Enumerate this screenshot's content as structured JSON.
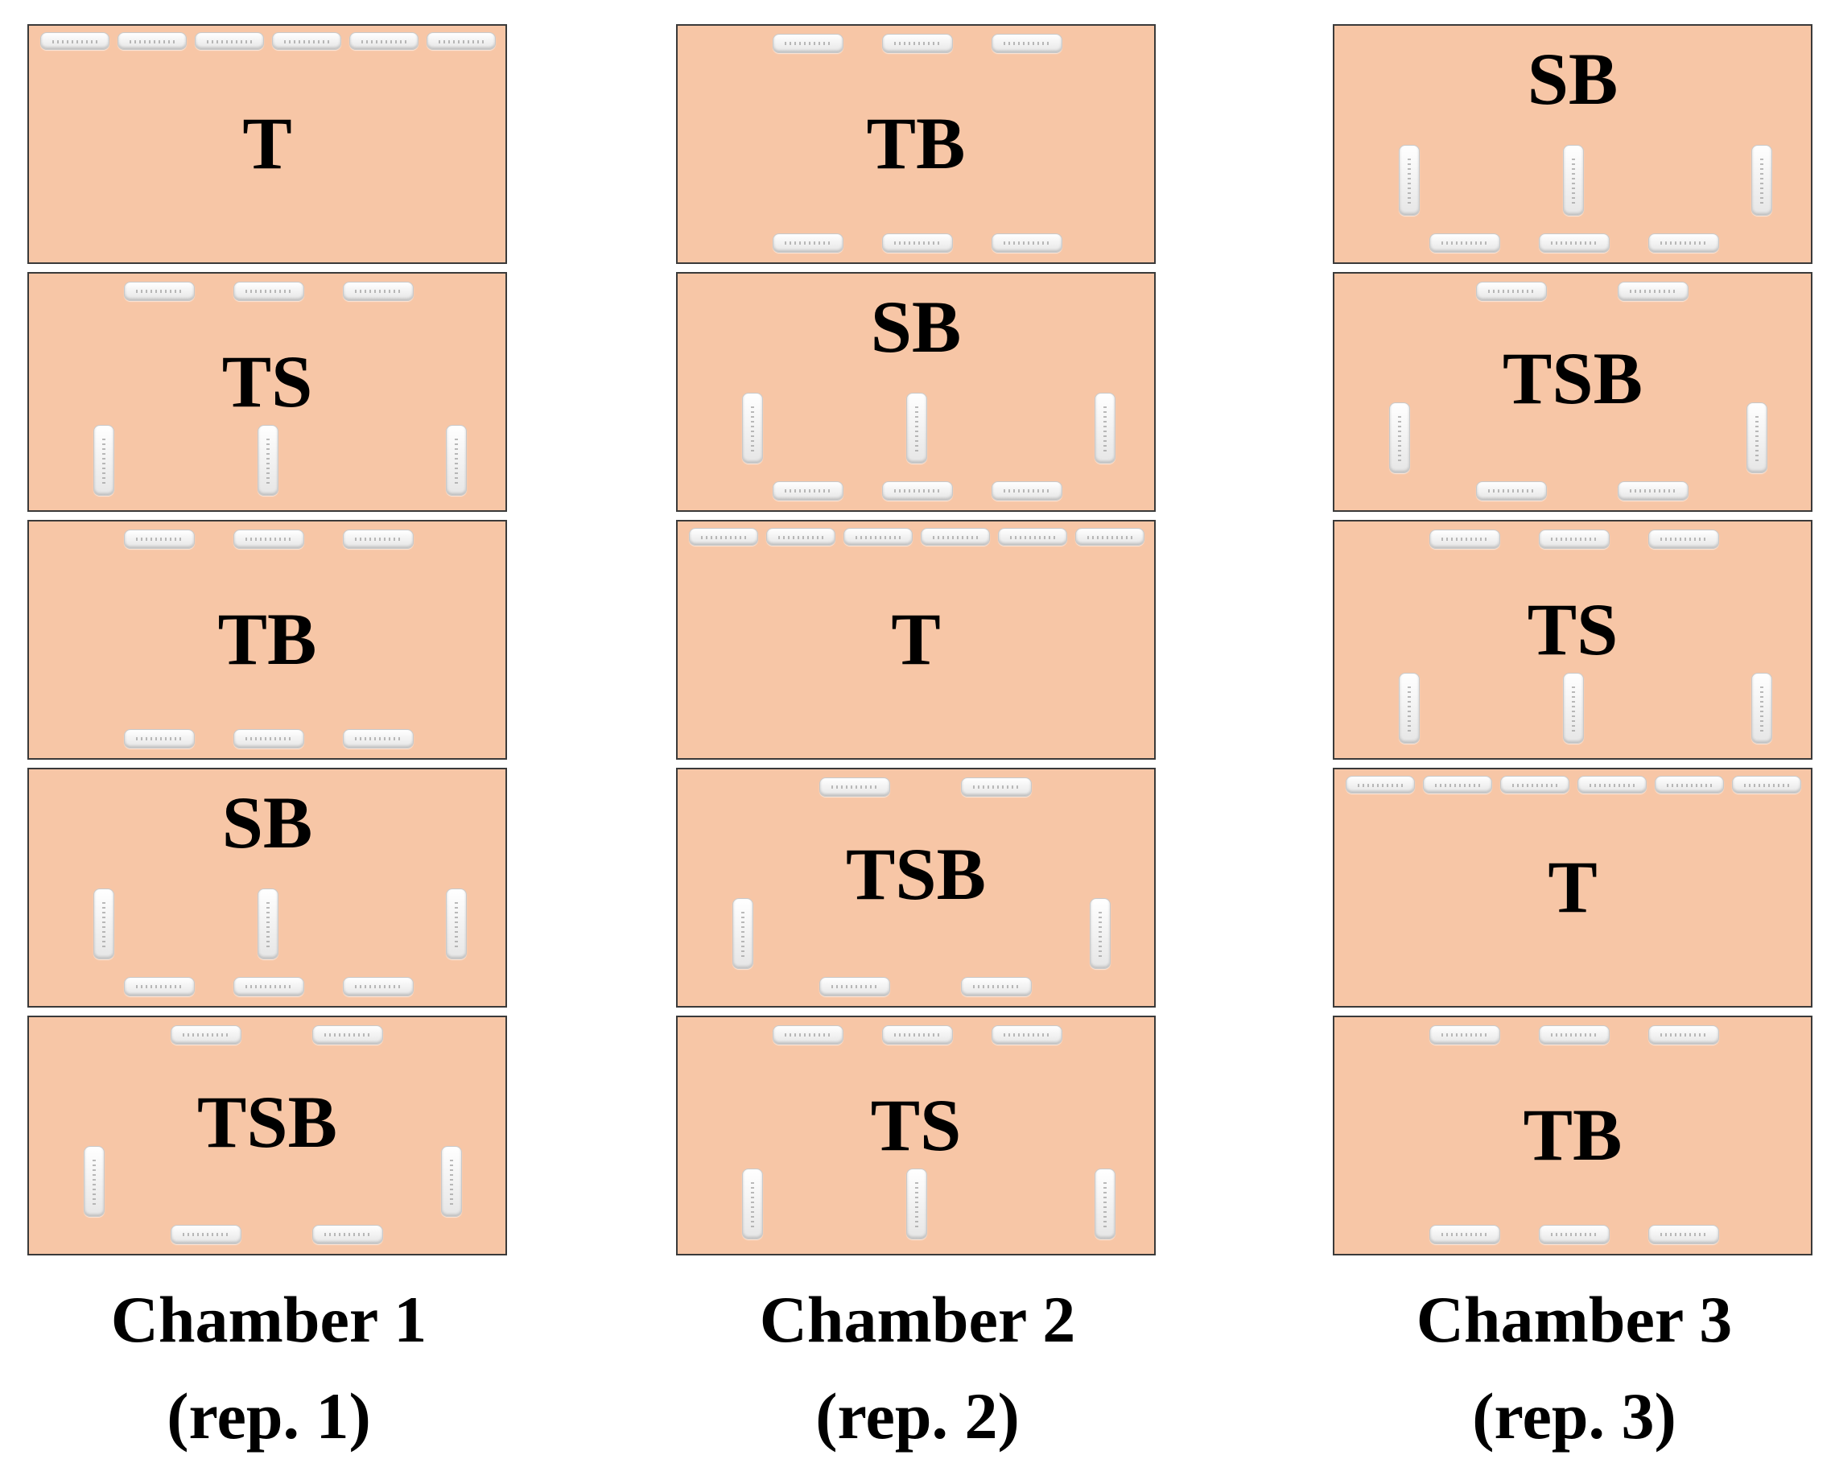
{
  "colors": {
    "panel_fill": "#f7c6a6",
    "panel_border": "#3a3a3a",
    "slot_fill": "#ffffff",
    "text": "#000000"
  },
  "slot_icon": "ruler-slot-icon",
  "chambers": [
    {
      "title": "Chamber 1",
      "subtitle": "(rep. 1)",
      "panels": [
        {
          "label": "T"
        },
        {
          "label": "TS"
        },
        {
          "label": "TB"
        },
        {
          "label": "SB"
        },
        {
          "label": "TSB"
        }
      ]
    },
    {
      "title": "Chamber 2",
      "subtitle": "(rep. 2)",
      "panels": [
        {
          "label": "TB"
        },
        {
          "label": "SB"
        },
        {
          "label": "T"
        },
        {
          "label": "TSB"
        },
        {
          "label": "TS"
        }
      ]
    },
    {
      "title": "Chamber 3",
      "subtitle": "(rep. 3)",
      "panels": [
        {
          "label": "SB"
        },
        {
          "label": "TSB"
        },
        {
          "label": "TS"
        },
        {
          "label": "T"
        },
        {
          "label": "TB"
        }
      ]
    }
  ]
}
